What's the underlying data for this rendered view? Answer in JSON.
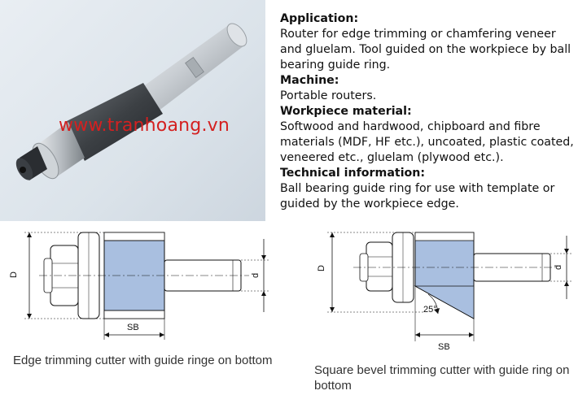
{
  "watermark": "www.tranhoang.vn",
  "info": {
    "application_heading": "Application:",
    "application_text": "Router for edge trimming or chamfering veneer and gluelam. Tool guided on the workpiece by ball bearing guide ring.",
    "machine_heading": "Machine:",
    "machine_text": "Portable routers.",
    "workpiece_heading": "Workpiece material:",
    "workpiece_text": "Softwood and hardwood, chipboard and fibre materials (MDF, HF etc.), uncoated, plastic coated, veneered etc., gluelam (plywood etc.).",
    "technical_heading": "Technical information:",
    "technical_text": "Ball bearing guide ring for use with template or guided by the workpiece edge."
  },
  "diagram1": {
    "label_D": "D",
    "label_d": "d",
    "label_SB": "SB",
    "caption": "Edge trimming cutter with guide ringe on bottom"
  },
  "diagram2": {
    "label_D": "D",
    "label_d": "d",
    "label_SB": "SB",
    "label_angle": "25°",
    "caption": "Square bevel trimming cutter with guide ring on bottom"
  },
  "colors": {
    "cutter_blue": "#a9bfe0",
    "watermark_red": "#d42020",
    "photo_bg": "#dbe3ea"
  }
}
